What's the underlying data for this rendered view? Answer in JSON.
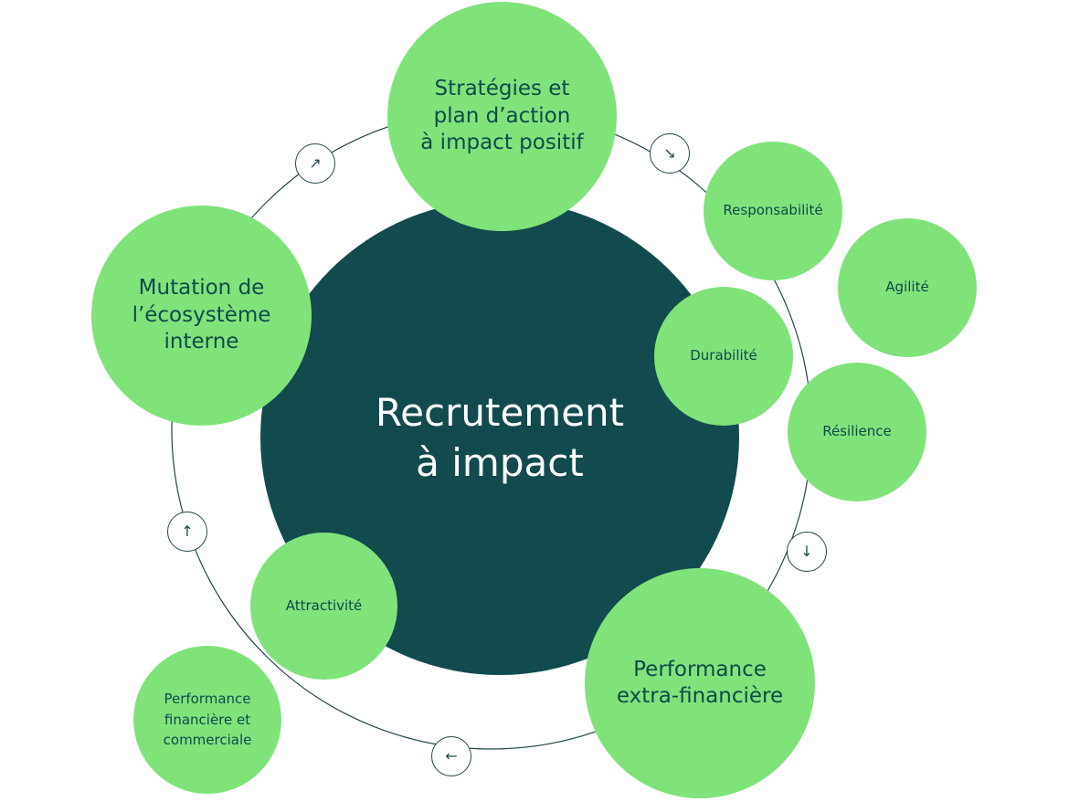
{
  "diagram": {
    "center": {
      "label": "Recrutement\nà impact"
    },
    "main_nodes": [
      {
        "id": "strategies",
        "label": "Stratégies et\nplan d’action\nà impact positif"
      },
      {
        "id": "mutation",
        "label": "Mutation de\nl’écosystème\ninterne"
      },
      {
        "id": "performance-extra",
        "label": "Performance\nextra-financière"
      }
    ],
    "small_nodes": [
      {
        "id": "responsabilite",
        "label": "Responsabilité"
      },
      {
        "id": "agilite",
        "label": "Agilité"
      },
      {
        "id": "durabilite",
        "label": "Durabilité"
      },
      {
        "id": "resilience",
        "label": "Résilience"
      },
      {
        "id": "attractivite",
        "label": "Attractivité"
      },
      {
        "id": "performance-financiere",
        "label": "Performance\nfinancière et\ncommerciale"
      }
    ],
    "arrows": [
      {
        "id": "top-left",
        "glyph": "↗"
      },
      {
        "id": "top-right",
        "glyph": "↘"
      },
      {
        "id": "right",
        "glyph": "↓"
      },
      {
        "id": "bottom",
        "glyph": "←"
      },
      {
        "id": "left",
        "glyph": "↑"
      }
    ],
    "colors": {
      "bubble_green": "#7fe37a",
      "center_teal": "#114b4d",
      "text_dark": "#0f4a4a",
      "ring_line": "#20484a"
    }
  }
}
